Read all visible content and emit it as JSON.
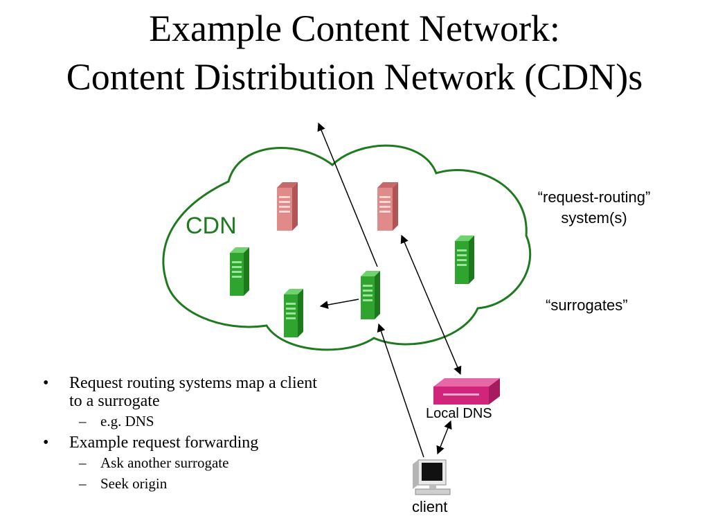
{
  "title": {
    "line1": "Example Content Network:",
    "line2": "Content Distribution Network (CDN)s"
  },
  "diagram": {
    "cdn_label": "CDN",
    "request_routing_label_line1": "“request-routing”",
    "request_routing_label_line2": "system(s)",
    "surrogates_label": "“surrogates”",
    "local_dns_label": "Local DNS",
    "client_label": "client",
    "colors": {
      "cloud_outline": "#1f7a1f",
      "cdn_text": "#1f7a1f",
      "surrogate_server": "#2fa52f",
      "routing_server": "#e08a8a",
      "local_dns_device": "#d0257a"
    }
  },
  "bullets": [
    {
      "text": "Request routing systems map a client to a surrogate",
      "subitems": [
        "e.g. DNS"
      ]
    },
    {
      "text": "Example request forwarding",
      "subitems": [
        "Ask another surrogate",
        "Seek origin"
      ]
    }
  ]
}
